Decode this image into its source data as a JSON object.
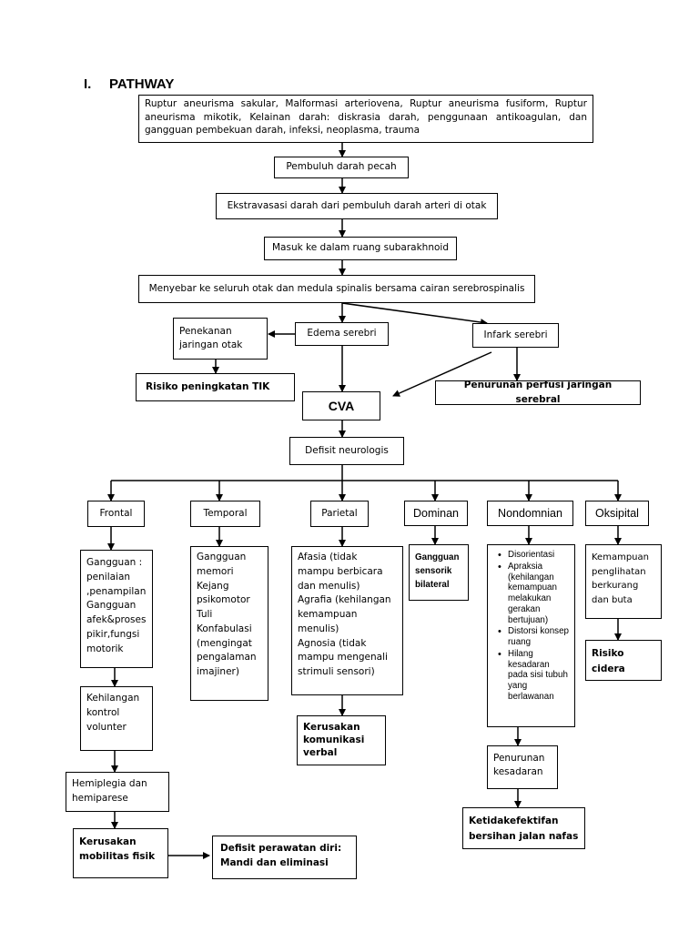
{
  "heading": {
    "number": "I.",
    "text": "PATHWAY"
  },
  "nodes": {
    "causes": "Ruptur aneurisma sakular, Malformasi arteriovena, Ruptur aneurisma fusiform, Ruptur aneurisma mikotik, Kelainan darah: diskrasia darah, penggunaan antikoagulan, dan gangguan pembekuan darah, infeksi, neoplasma, trauma",
    "vessel_rupture": "Pembuluh darah pecah",
    "extravasation": "Ekstravasasi darah dari pembuluh darah arteri di otak",
    "subarachnoid": "Masuk ke dalam ruang subarakhnoid",
    "spread": "Menyebar ke seluruh otak dan medula spinalis bersama cairan serebrospinalis",
    "pressure": "Penekanan\njaringan otak",
    "edema": "Edema serebri",
    "infarct": "Infark serebri",
    "tik_risk": "Risiko peningkatan TIK",
    "perfusion": "Penurunan perfusi jaringan serebral",
    "cva": "CVA",
    "neuro_deficit": "Defisit neurologis",
    "frontal": "Frontal",
    "temporal": "Temporal",
    "parietal": "Parietal",
    "dominan": "Dominan",
    "nondominan": "Nondomnian",
    "oksipital": "Oksipital",
    "frontal_effects": "Gangguan :\npenilaian\n,penampilan\nGangguan\nafek&proses\npikir,fungsi\nmotorik",
    "temporal_effects": "Gangguan\nmemori\nKejang\npsikomotor\nTuli\nKonfabulasi\n(mengingat\npengalaman\nimajiner)",
    "parietal_effects": "Afasia (tidak\nmampu berbicara\ndan menulis)\nAgrafia (kehilangan\nkemampuan\nmenulis)\nAgnosia (tidak\nmampu mengenali\nstrimuli sensori)",
    "dominan_effects": "Gangguan\nsensorik\nbilateral",
    "nondominan_effects": [
      "Disorientasi",
      "Apraksia (kehilangan kemampuan melakukan gerakan bertujuan)",
      "Distorsi konsep ruang",
      "Hilang kesadaran pada sisi tubuh yang berlawanan"
    ],
    "oksipital_effects": "Kemampuan\npenglihatan\nberkurang\ndan buta",
    "voluntary_loss": "Kehilangan\nkontrol\nvolunter",
    "hemiplegia": "Hemiplegia dan\nhemiparese",
    "mobility": "Kerusakan\nmobilitas fisik",
    "selfcare": "Defisit perawatan diri:\nMandi dan eliminasi",
    "verbal": "Kerusakan\nkomunikasi\nverbal",
    "consciousness": "Penurunan\nkesadaran",
    "airway": "Ketidakefektifan\nbersihan jalan nafas",
    "injury": "Risiko\ncidera"
  }
}
